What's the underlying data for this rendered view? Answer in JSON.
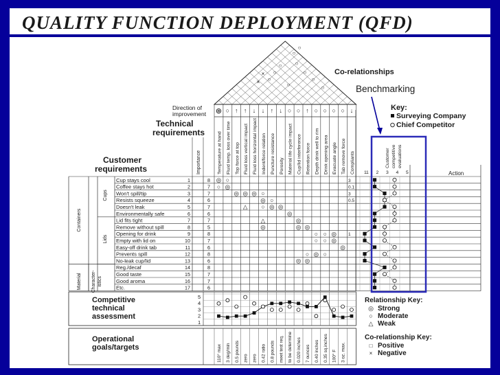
{
  "slide": {
    "title": "QUALITY FUNCTION DEPLOYMENT (QFD)",
    "benchmark_label": "Benchmarking",
    "accent_color": "#05009a",
    "highlight_color": "#2b2bb8"
  },
  "labels": {
    "co_relationships": "Co-relationships",
    "direction": "Direction of improvement",
    "technical": "Technical requirements",
    "customer": "Customer requirements",
    "importance": "Importance",
    "action": "Action",
    "competitive": "Competitive technical assessment",
    "operational": "Operational goals/targets"
  },
  "key": {
    "title": "Key:",
    "company": "Surveying Company",
    "competitor": "Chief Competitor"
  },
  "relationship_key": {
    "title": "Relationship Key:",
    "items": [
      "Strong",
      "Moderate",
      "Weak"
    ]
  },
  "corelationship_key": {
    "title": "Co-relationship Key:",
    "items": [
      "Positive",
      "Negative"
    ]
  },
  "bench_headers": [
    "Customer",
    "competitive",
    "evaluations"
  ],
  "bench_scale": [
    "1",
    "2",
    "3",
    "4",
    "5"
  ],
  "groups": {
    "containers": "Containers",
    "cups": "Cups",
    "lids": "Lids",
    "material": "Material",
    "characteristics": "Character-istics"
  },
  "tech_requirements": [
    "Temperature at hand",
    "Fluid temp. loss over time",
    "Top force at top",
    "Fluid loss vertical impact",
    "Fluid loss horizontal impact",
    "Indent/force relation",
    "Puncture resistance",
    "Porosity",
    "Material life cycle impact",
    "Cup/lid interference",
    "Retention force",
    "Depth drink well to rim",
    "Drink opening area",
    "Evacuate angle",
    "Tab remove force",
    "Compliants"
  ],
  "directions": [
    "◎",
    "○",
    "↑",
    "↑",
    "↓",
    "↓",
    "↑",
    "↓",
    "○",
    "○",
    "↑",
    "○",
    "○",
    "○",
    "○",
    "↓"
  ],
  "requirements": [
    {
      "text": "Cup stays cool",
      "num": "1",
      "imp": "8"
    },
    {
      "text": "Coffee stays hot",
      "num": "2",
      "imp": "7"
    },
    {
      "text": "Won't spill/tip",
      "num": "3",
      "imp": "7"
    },
    {
      "text": "Resists squeeze",
      "num": "4",
      "imp": "6"
    },
    {
      "text": "Doesn't leak",
      "num": "5",
      "imp": "7"
    },
    {
      "text": "Environmentally safe",
      "num": "6",
      "imp": "6"
    },
    {
      "text": "Lid fits tight",
      "num": "7",
      "imp": "7"
    },
    {
      "text": "Remove without spill",
      "num": "8",
      "imp": "5"
    },
    {
      "text": "Opening for drink",
      "num": "9",
      "imp": "8"
    },
    {
      "text": "Empty with lid on",
      "num": "10",
      "imp": "7"
    },
    {
      "text": "Easy-off drink tab",
      "num": "11",
      "imp": "6"
    },
    {
      "text": "Prevents spill",
      "num": "12",
      "imp": "8"
    },
    {
      "text": "No-leak cup/lid",
      "num": "13",
      "imp": "6"
    },
    {
      "text": "Reg./decaf",
      "num": "14",
      "imp": "8"
    },
    {
      "text": "Good taste",
      "num": "15",
      "imp": "7"
    },
    {
      "text": "Good aroma",
      "num": "16",
      "imp": "7"
    },
    {
      "text": "Etc.",
      "num": "17",
      "imp": "6"
    }
  ],
  "matrix": [
    {
      "row": 0,
      "col": 0,
      "sym": "◎"
    },
    {
      "row": 0,
      "col": 1,
      "sym": "○"
    },
    {
      "row": 1,
      "col": 0,
      "sym": "○"
    },
    {
      "row": 1,
      "col": 1,
      "sym": "◎"
    },
    {
      "row": 2,
      "col": 2,
      "sym": "◎"
    },
    {
      "row": 2,
      "col": 3,
      "sym": "◎"
    },
    {
      "row": 2,
      "col": 4,
      "sym": "◎"
    },
    {
      "row": 2,
      "col": 5,
      "sym": "○"
    },
    {
      "row": 3,
      "col": 5,
      "sym": "◎"
    },
    {
      "row": 3,
      "col": 6,
      "sym": "○"
    },
    {
      "row": 4,
      "col": 3,
      "sym": "△"
    },
    {
      "row": 4,
      "col": 5,
      "sym": "○"
    },
    {
      "row": 4,
      "col": 6,
      "sym": "◎"
    },
    {
      "row": 4,
      "col": 7,
      "sym": "◎"
    },
    {
      "row": 5,
      "col": 8,
      "sym": "◎"
    },
    {
      "row": 6,
      "col": 5,
      "sym": "△"
    },
    {
      "row": 6,
      "col": 9,
      "sym": "◎"
    },
    {
      "row": 7,
      "col": 5,
      "sym": "◎"
    },
    {
      "row": 7,
      "col": 9,
      "sym": "◎"
    },
    {
      "row": 7,
      "col": 10,
      "sym": "◎"
    },
    {
      "row": 8,
      "col": 11,
      "sym": "○"
    },
    {
      "row": 8,
      "col": 12,
      "sym": "○"
    },
    {
      "row": 8,
      "col": 13,
      "sym": "◎"
    },
    {
      "row": 9,
      "col": 11,
      "sym": "○"
    },
    {
      "row": 9,
      "col": 12,
      "sym": "○"
    },
    {
      "row": 9,
      "col": 13,
      "sym": "◎"
    },
    {
      "row": 10,
      "col": 14,
      "sym": "◎"
    },
    {
      "row": 11,
      "col": 10,
      "sym": "○"
    },
    {
      "row": 11,
      "col": 11,
      "sym": "◎"
    },
    {
      "row": 11,
      "col": 12,
      "sym": "○"
    },
    {
      "row": 12,
      "col": 9,
      "sym": "◎"
    },
    {
      "row": 12,
      "col": 10,
      "sym": "◎"
    }
  ],
  "compliants": [
    "3",
    "0.1",
    "3",
    "0.5",
    "",
    "",
    "",
    "",
    "1",
    "",
    "",
    "",
    "",
    "",
    "",
    "",
    ""
  ],
  "bench_company": [
    2,
    2,
    3,
    3,
    3,
    2,
    2,
    2,
    1,
    1,
    2,
    1,
    1,
    3,
    2,
    2,
    2
  ],
  "bench_competitor": [
    4,
    4,
    4,
    3,
    4,
    4,
    4,
    3,
    3,
    3,
    4,
    3,
    4,
    4,
    3,
    4,
    4
  ],
  "assessment_scale": [
    "5",
    "4",
    "3",
    "2",
    "1"
  ],
  "assessment_company": [
    2,
    1.8,
    2,
    2,
    2.5,
    3.5,
    4,
    4,
    4.2,
    4,
    3.5,
    3.5,
    5,
    2,
    1.8,
    2
  ],
  "assessment_competitor": [
    4,
    4.5,
    3.5,
    5,
    4,
    3.5,
    3,
    3,
    3.5,
    3,
    4,
    2,
    4.5,
    3,
    3.5,
    3
  ],
  "targets": [
    "110° max",
    "3 deg/min",
    "0.5 pounds",
    "zero",
    "zero",
    "0.42 ratio",
    "0.8 pounds",
    "meet test req.",
    "to be determine",
    "0.020 inches",
    "7 ounces",
    "0.40 inches",
    "0.35 sq.inches",
    "100° F",
    "3 oz. max.",
    ""
  ]
}
